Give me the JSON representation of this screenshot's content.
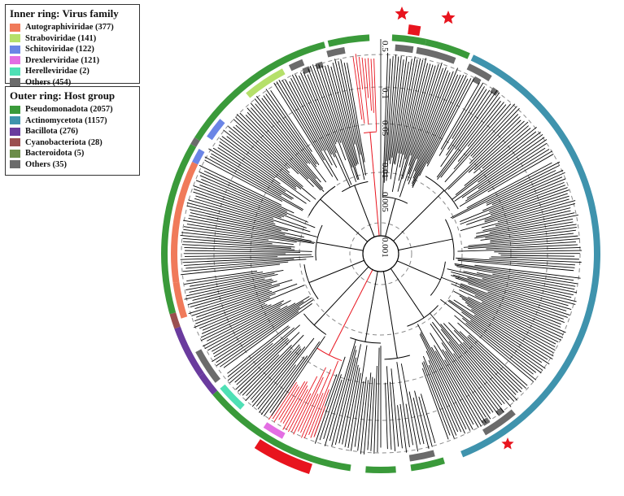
{
  "legend_inner": {
    "title": "Inner ring: Virus family",
    "items": [
      {
        "label": "Autographiviridae (377)",
        "color": "#f07a5a"
      },
      {
        "label": "Straboviridae (141)",
        "color": "#b5e06a"
      },
      {
        "label": "Schitoviridae (122)",
        "color": "#6b85e6"
      },
      {
        "label": "Drexlerviridae (121)",
        "color": "#e36ee3"
      },
      {
        "label": "Herelleviridae (2)",
        "color": "#4fe0b5"
      },
      {
        "label": "Others (454)",
        "color": "#6b6b6b"
      }
    ]
  },
  "legend_outer": {
    "title": "Outer ring: Host group",
    "items": [
      {
        "label": "Pseudomonadota (2057)",
        "color": "#3a9a3a"
      },
      {
        "label": "Actinomycetota (1157)",
        "color": "#3f93ad"
      },
      {
        "label": "Bacillota (276)",
        "color": "#6a3b9e"
      },
      {
        "label": "Cyanobacteriota (28)",
        "color": "#9b4f4f"
      },
      {
        "label": "Bacteroidota (5)",
        "color": "#6d8e4a"
      },
      {
        "label": "Others (35)",
        "color": "#6b6b6b"
      }
    ]
  },
  "scale_labels": [
    "0.5",
    "0.1",
    "0.05",
    "0.01",
    "0.005",
    "0.001"
  ],
  "colors": {
    "highlight": "#e8141e",
    "branch": "#000000",
    "grid": "#8a8a8a"
  }
}
